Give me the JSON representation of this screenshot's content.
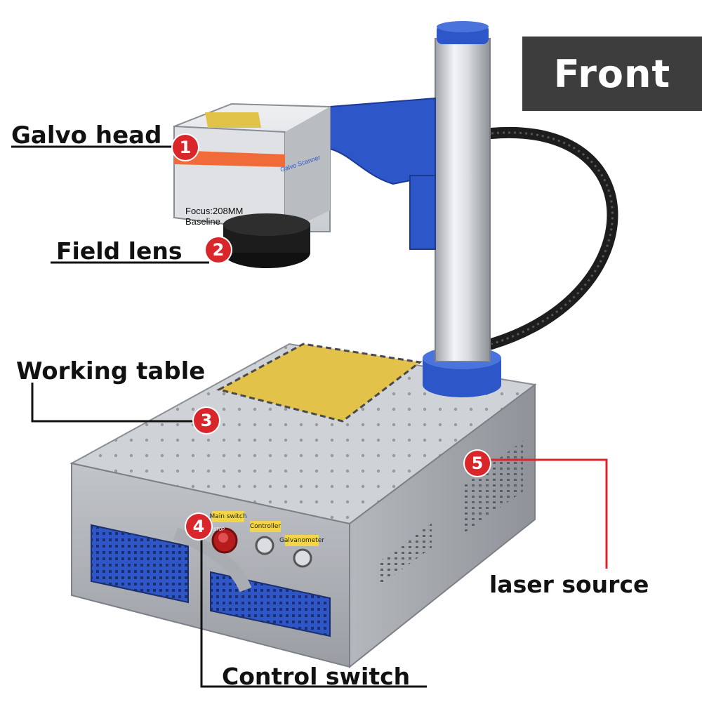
{
  "banner": {
    "title": "Front"
  },
  "callouts": [
    {
      "number": "1",
      "label": "Galvo head"
    },
    {
      "number": "2",
      "label": "Field lens"
    },
    {
      "number": "3",
      "label": "Working table"
    },
    {
      "number": "4",
      "label": "Control switch"
    },
    {
      "number": "5",
      "label": "laser source"
    }
  ],
  "machine": {
    "galvo_head_text": "Galvo Scanner",
    "focus_label": "Focus:208MM",
    "baseline_label": "Baseline",
    "panel_labels": [
      "Main switch",
      "Controller",
      "Galvanometer"
    ],
    "estop_text": "STOP"
  },
  "colors": {
    "badge": "#d8262b",
    "banner": "#3d3d3d",
    "accent_blue": "#2d57c8",
    "body_grey": "#a9acb1"
  }
}
